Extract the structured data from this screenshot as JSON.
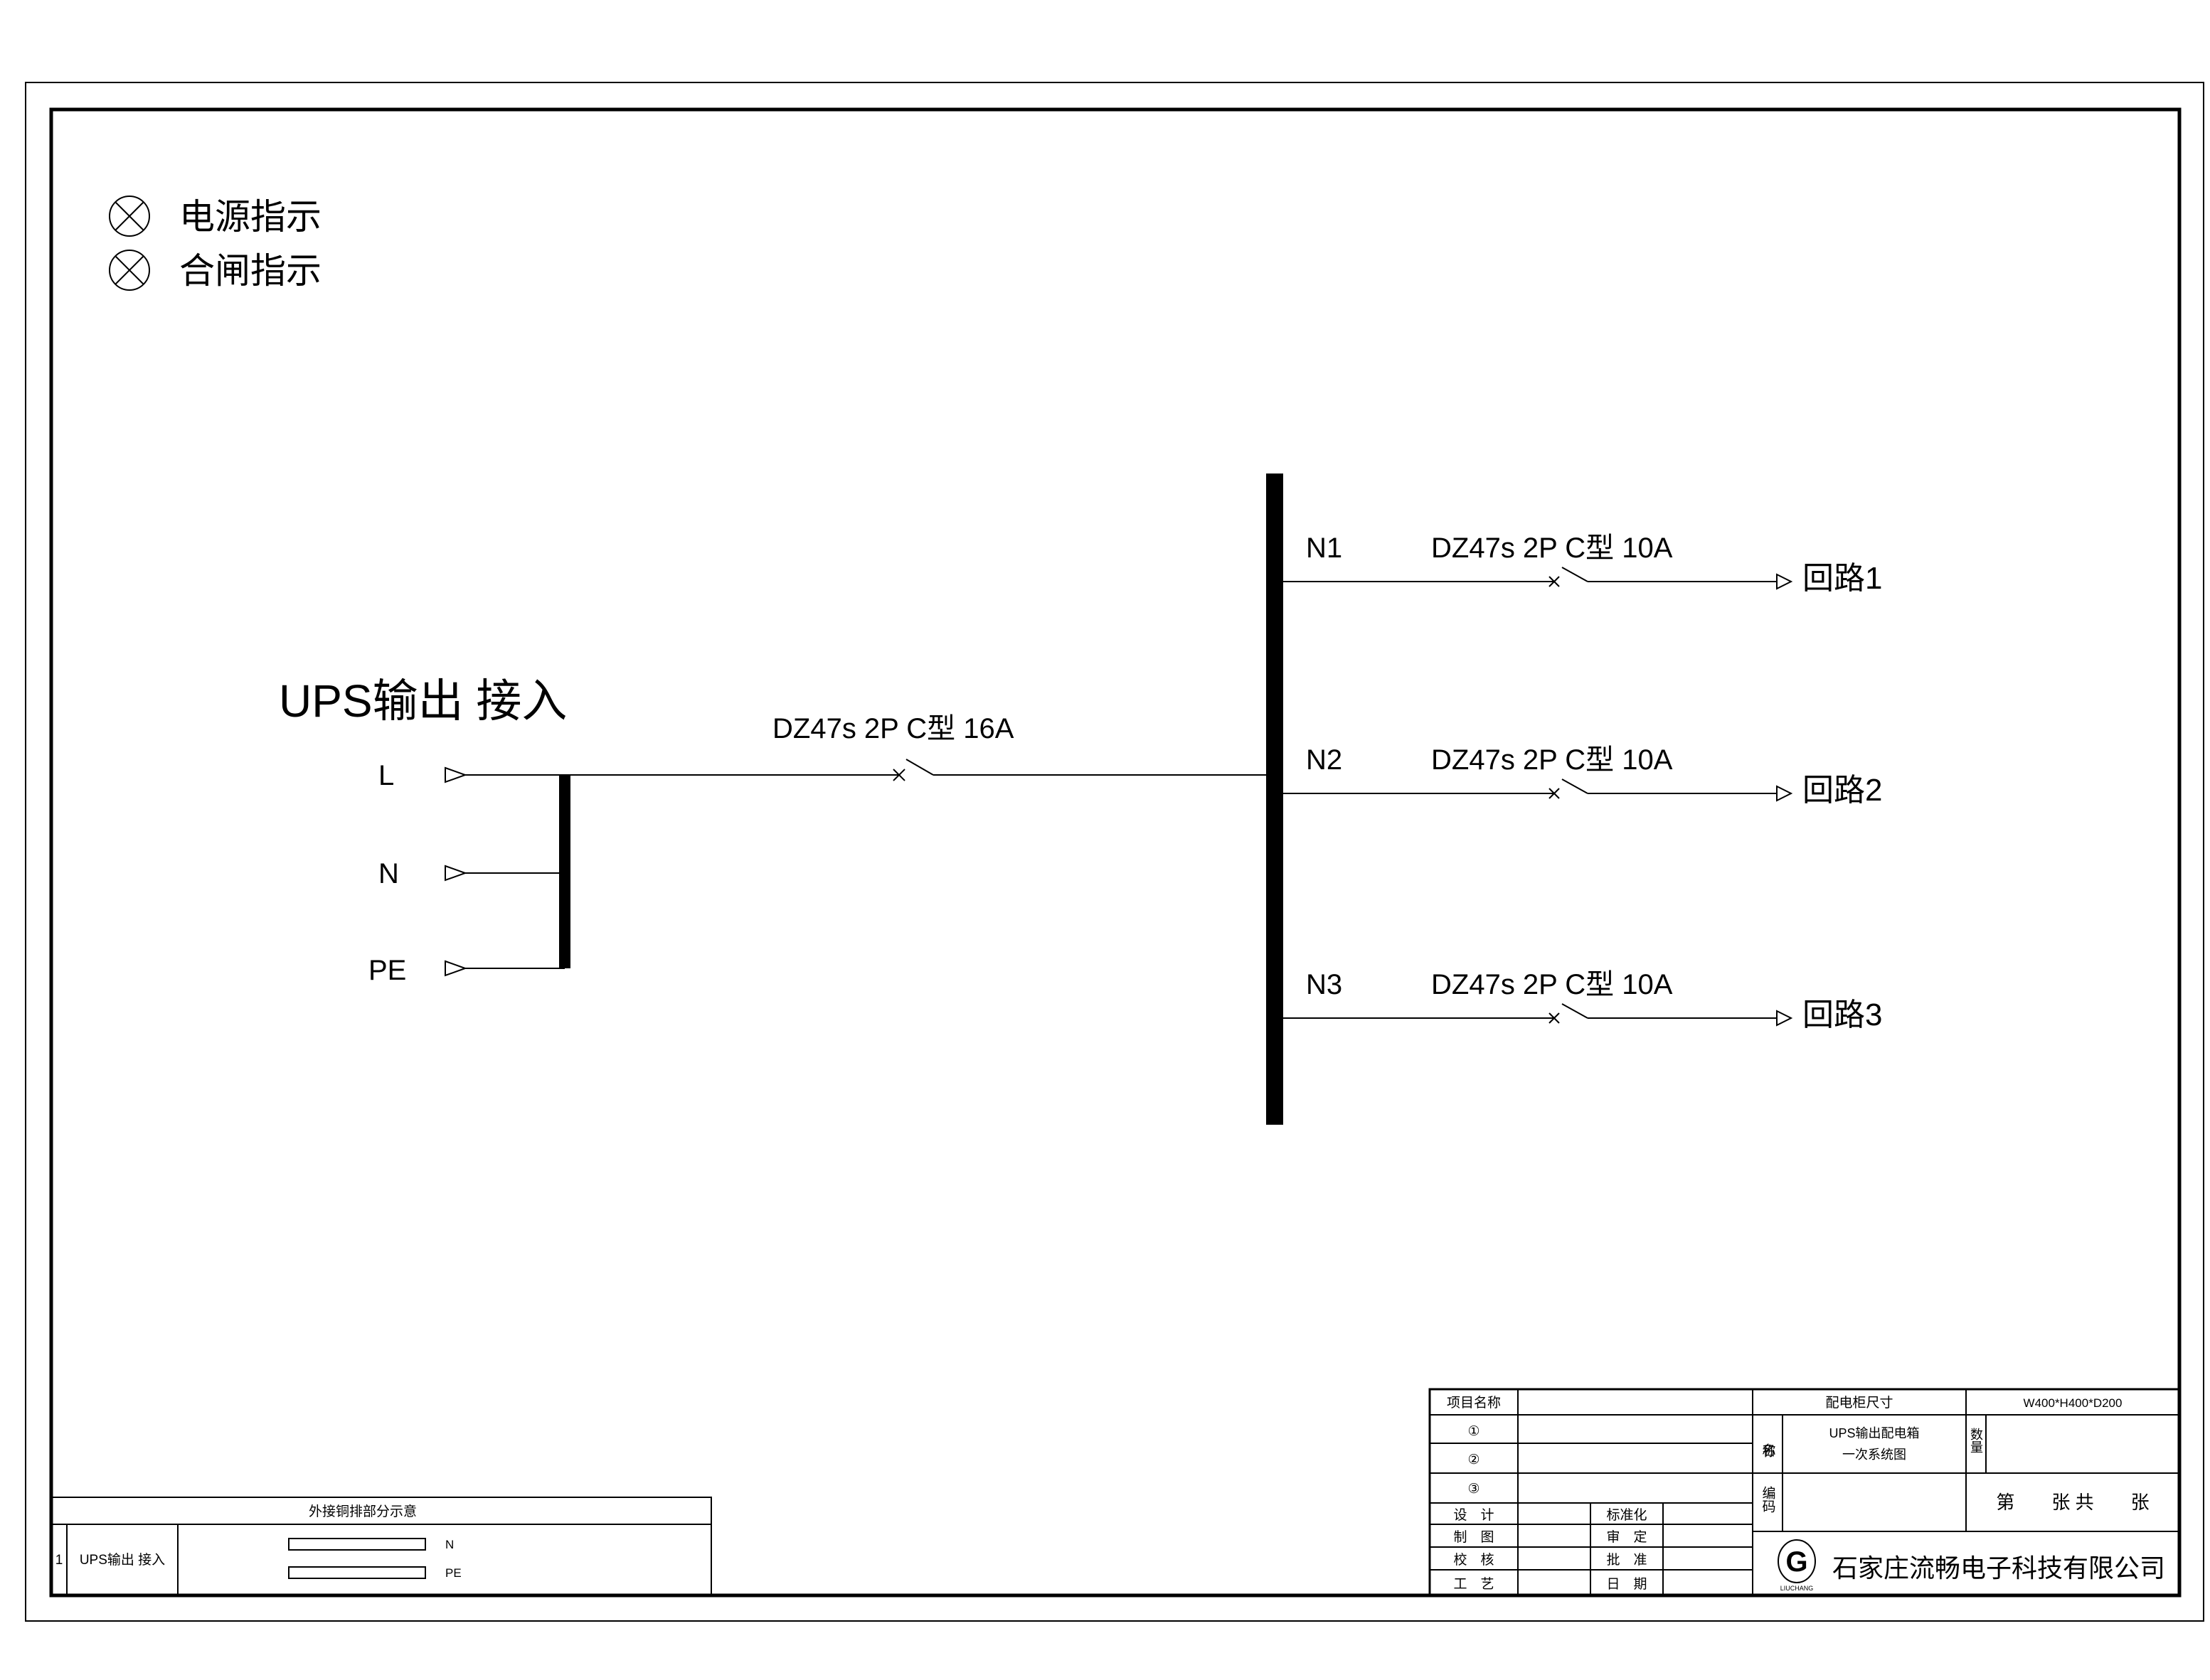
{
  "legend": [
    {
      "icon": "indicator-lamp-icon",
      "label": "电源指示"
    },
    {
      "icon": "indicator-lamp-icon",
      "label": "合闸指示"
    }
  ],
  "input": {
    "title": "UPS输出 接入",
    "phases": [
      "L",
      "N",
      "PE"
    ],
    "main_breaker": "DZ47s 2P C型 16A"
  },
  "branches": [
    {
      "name": "N1",
      "breaker": "DZ47s 2P C型 10A",
      "circuit": "回路1"
    },
    {
      "name": "N2",
      "breaker": "DZ47s 2P C型 10A",
      "circuit": "回路2"
    },
    {
      "name": "N3",
      "breaker": "DZ47s 2P C型 10A",
      "circuit": "回路3"
    }
  ],
  "busbar_table": {
    "header": "外接铜排部分示意",
    "row_no": "1",
    "row_name": "UPS输出 接入",
    "bars": [
      "N",
      "PE"
    ]
  },
  "title_block": {
    "project_name_label": "项目名称",
    "rev1": "①",
    "rev2": "②",
    "rev3": "③",
    "design": "设　计",
    "draw": "制　图",
    "check": "校　核",
    "process": "工　艺",
    "standard": "标准化",
    "review": "审　定",
    "approve": "批　准",
    "date": "日　期",
    "cabinet_size_label": "配电柜尺寸",
    "cabinet_size": "W400*H400*D200",
    "name_label": "名称",
    "drawing_name_1": "UPS输出配电箱",
    "drawing_name_2": "一次系统图",
    "quantity_label": "数量",
    "code_label": "编码",
    "sheet_text": "第　　张 共　　张",
    "company": "石家庄流畅电子科技有限公司",
    "logo_letter": "G",
    "logo_text": "LIUCHANG"
  }
}
